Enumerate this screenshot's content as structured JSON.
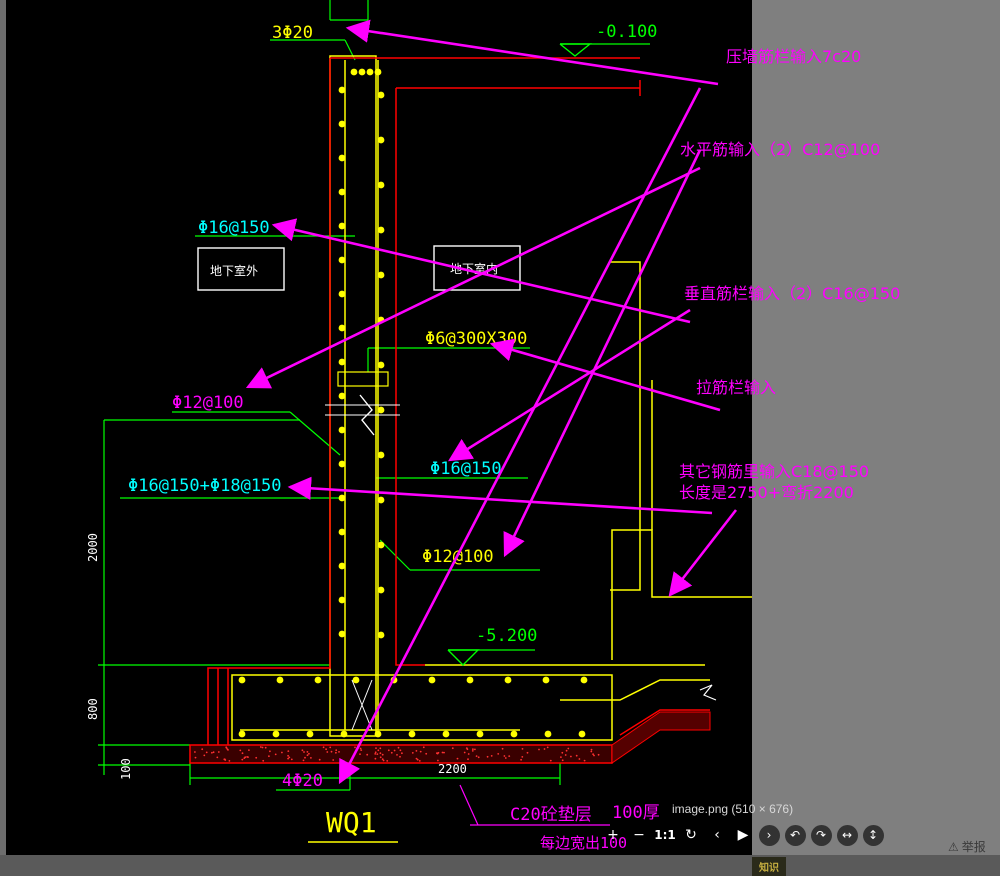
{
  "drawing": {
    "title": "WQ1",
    "elevations": {
      "top": "-0.100",
      "bottom": "-5.200"
    },
    "rebar_labels": {
      "top_bars": "3Φ20",
      "outer_vertical": "Φ16@150",
      "tie": "Φ6@300X300",
      "horizontal_outer": "Φ12@100",
      "vertical_combo": "Φ16@150+Φ18@150",
      "vertical_inner": "Φ16@150",
      "horizontal_inner": "Φ12@100",
      "bottom_bars": "4Φ20"
    },
    "dimensions": {
      "wall_height": "2000",
      "base_thickness": "800",
      "cushion": "100",
      "base_width": "2200"
    },
    "room_labels": {
      "outside": "地下室外",
      "inside": "地下室内"
    },
    "cushion_text": {
      "layer": "C20砼垫层",
      "thickness": "100厚",
      "extend": "每边宽出100"
    }
  },
  "annotations": {
    "a1": "压墙筋栏输入7c20",
    "a2": "水平筋输入（2）C12@100",
    "a3": "垂直筋栏输入（2）C16@150",
    "a4": "拉筋栏输入",
    "a5_line1": "其它钢筋里输入C18@150",
    "a5_line2": "长度是2750+弯折2200"
  },
  "viewer": {
    "caption": "image.png (510 × 676)",
    "zoom_label": "1:1",
    "report_label": "举报",
    "watermark": "知识"
  },
  "colors": {
    "annotation": "#ff00ff",
    "rebar_text": "#00ffff",
    "concrete": "#ffff00",
    "formwork": "#ff0000",
    "dim": "#00ff00"
  }
}
